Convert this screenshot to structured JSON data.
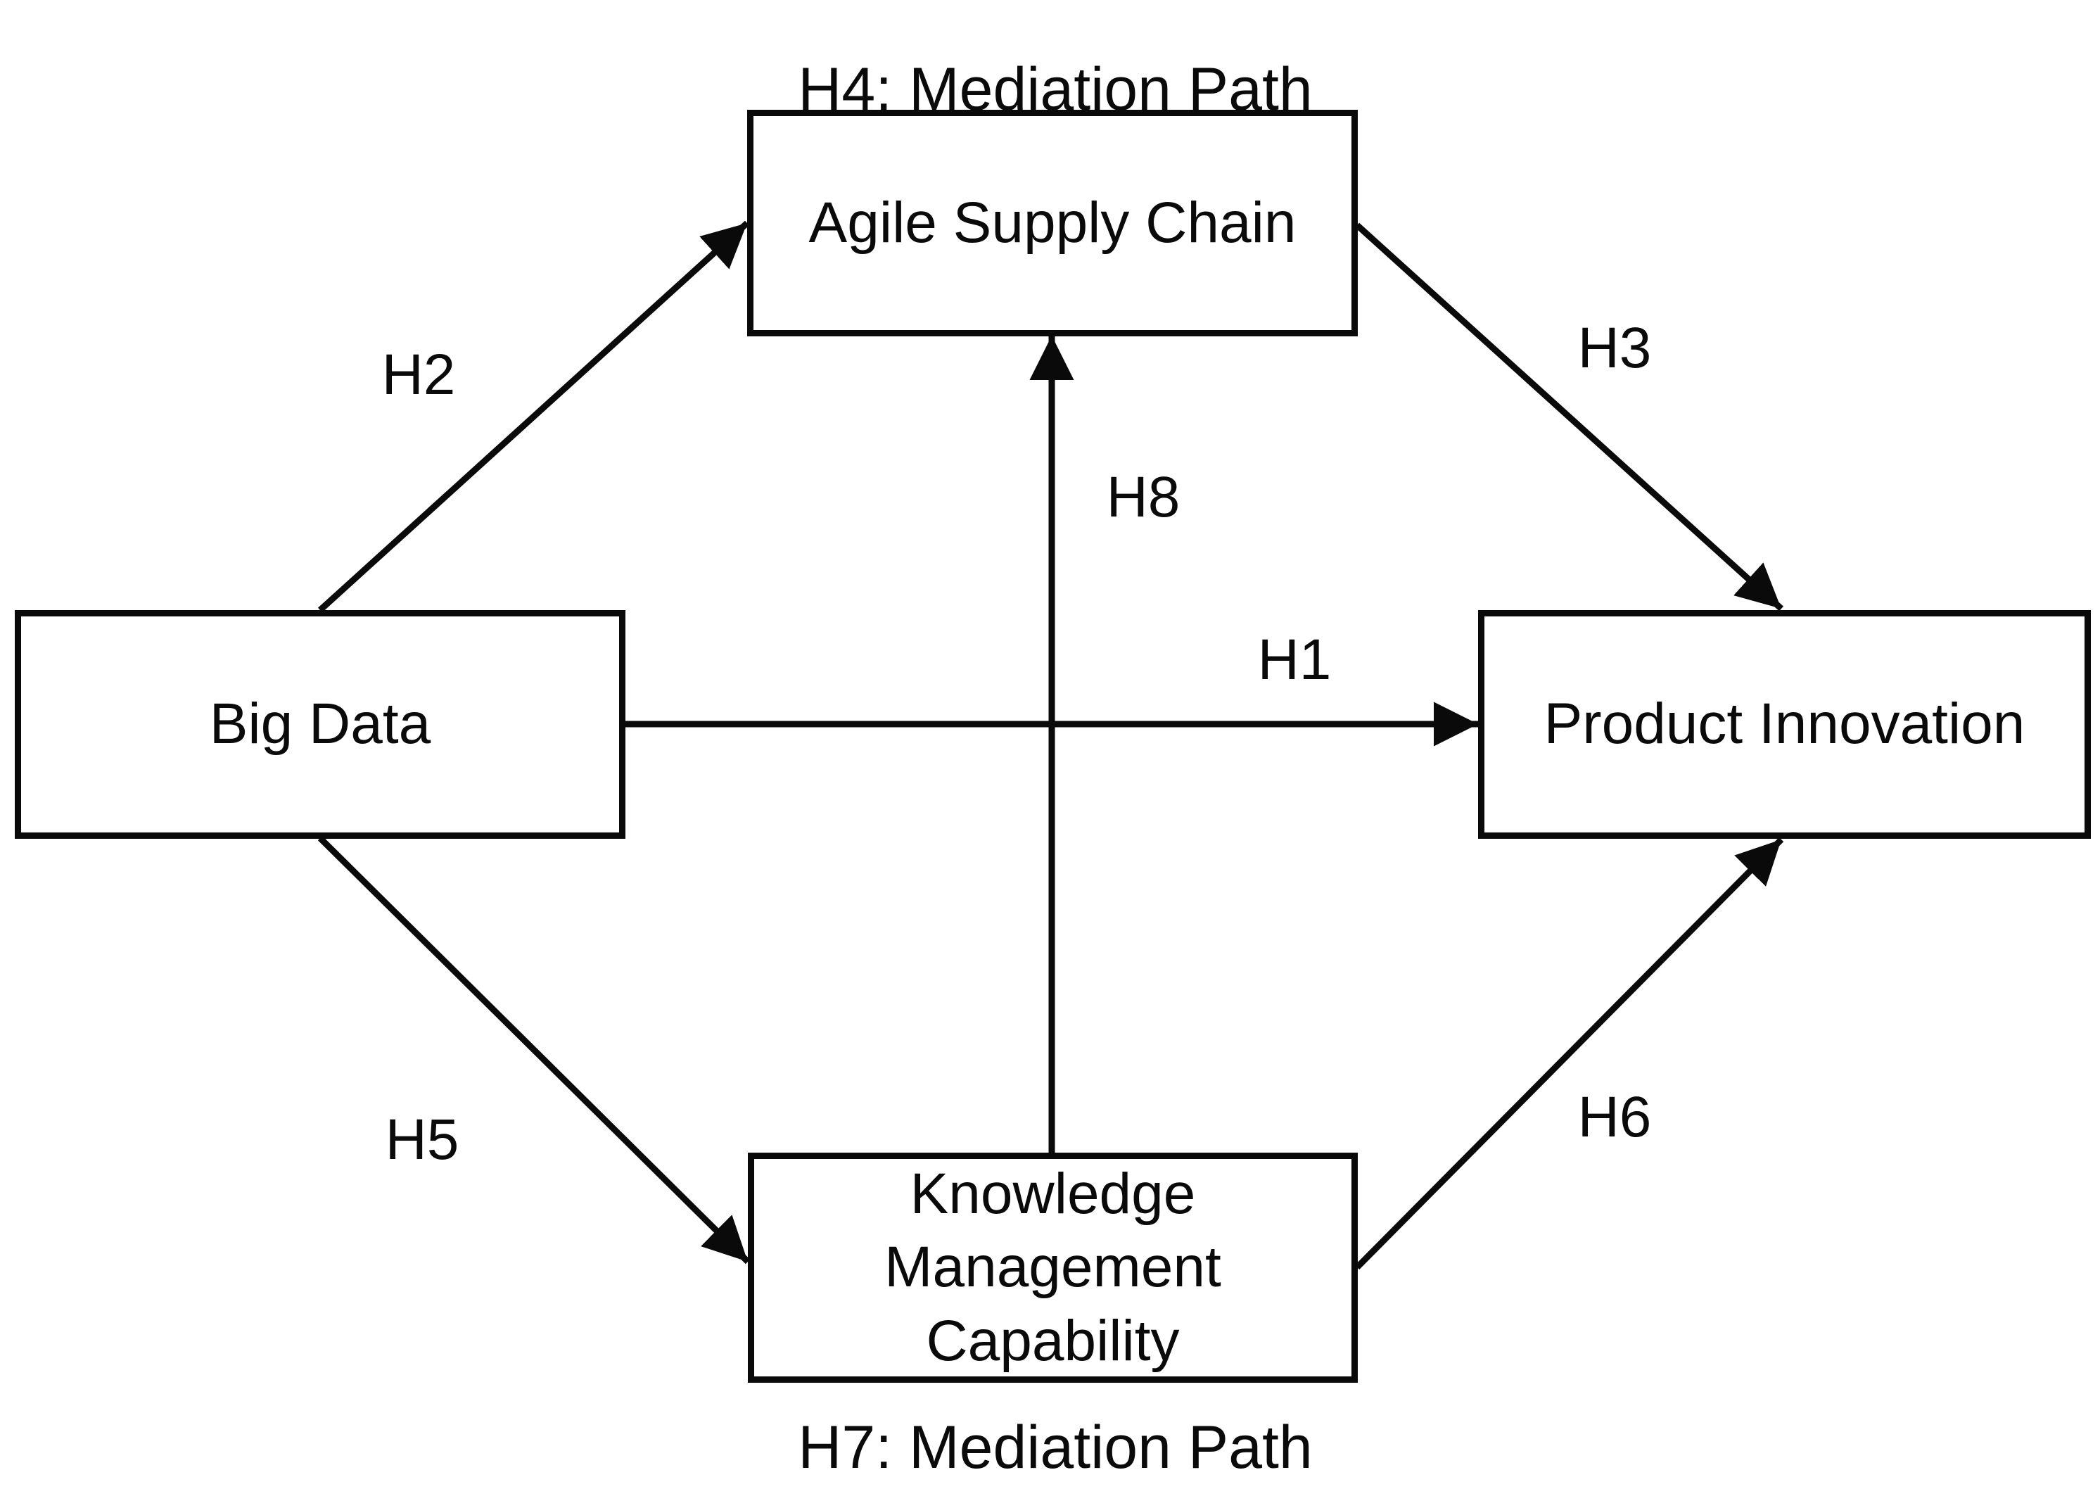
{
  "diagram": {
    "titles": {
      "top": "H4: Mediation Path",
      "bottom": "H7: Mediation Path"
    },
    "nodes": {
      "big_data": {
        "label": "Big Data"
      },
      "agile_supply_chain": {
        "label": "Agile Supply Chain"
      },
      "product_innovation": {
        "label": "Product Innovation"
      },
      "knowledge_management_capability": {
        "label": "Knowledge Management Capability"
      }
    },
    "edges": {
      "h1": {
        "label": "H1",
        "from": "Big Data",
        "to": "Product Innovation"
      },
      "h2": {
        "label": "H2",
        "from": "Big Data",
        "to": "Agile Supply Chain"
      },
      "h3": {
        "label": "H3",
        "from": "Agile Supply Chain",
        "to": "Product Innovation"
      },
      "h5": {
        "label": "H5",
        "from": "Big Data",
        "to": "Knowledge Management Capability"
      },
      "h6": {
        "label": "H6",
        "from": "Knowledge Management Capability",
        "to": "Product Innovation"
      },
      "h8": {
        "label": "H8",
        "from": "Knowledge Management Capability",
        "to": "Agile Supply Chain"
      }
    },
    "colors": {
      "line": "#0a0a0a",
      "text": "#0a0a0a",
      "background": "#ffffff"
    }
  }
}
